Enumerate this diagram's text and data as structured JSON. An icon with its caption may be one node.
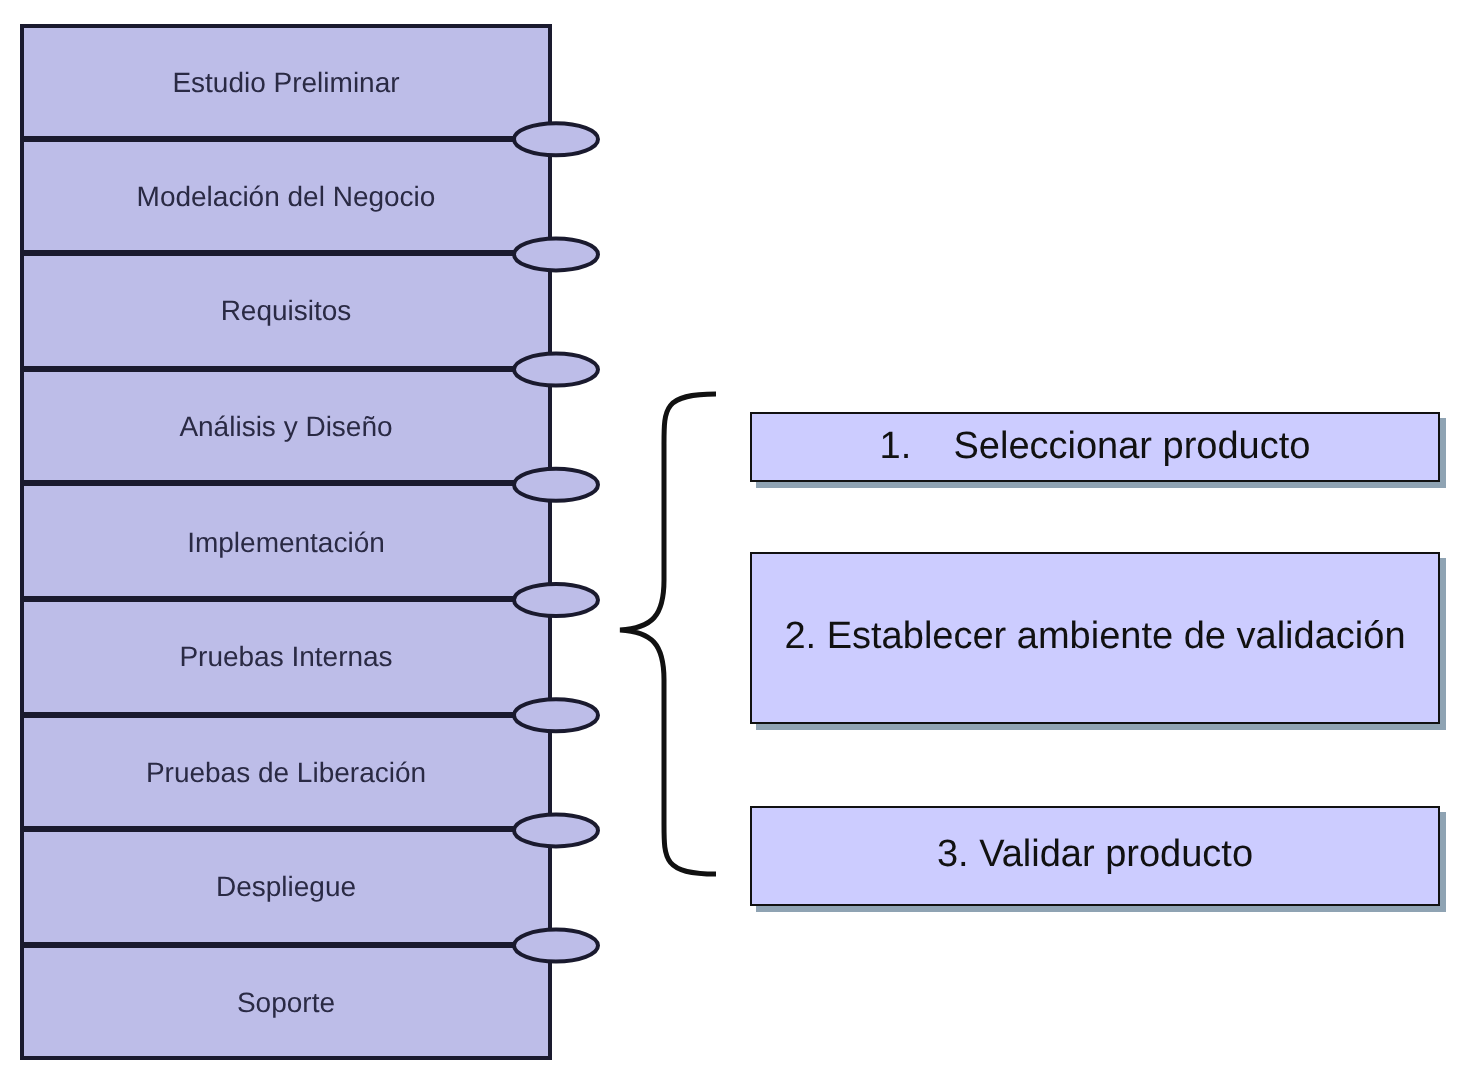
{
  "diagram": {
    "nodes": [
      {
        "text": [
          "Estudio Preliminar"
        ]
      },
      {
        "text": [
          "Modelación del Negocio"
        ]
      },
      {
        "text": [
          "Requisitos"
        ]
      },
      {
        "text": [
          "Análisis y Diseño"
        ]
      },
      {
        "text": [
          "Implementación"
        ]
      },
      {
        "text": [
          "Pruebas Internas"
        ]
      },
      {
        "text": [
          "Pruebas de Liberación"
        ]
      },
      {
        "text": [
          "Despliegue"
        ]
      },
      {
        "text": [
          "Soporte"
        ]
      },
      {
        "text": [
          "1.    Seleccionar producto"
        ]
      },
      {
        "text": [
          "2. Establecer ambiente de validación"
        ]
      },
      {
        "text": [
          "3. Validar producto"
        ]
      }
    ]
  }
}
